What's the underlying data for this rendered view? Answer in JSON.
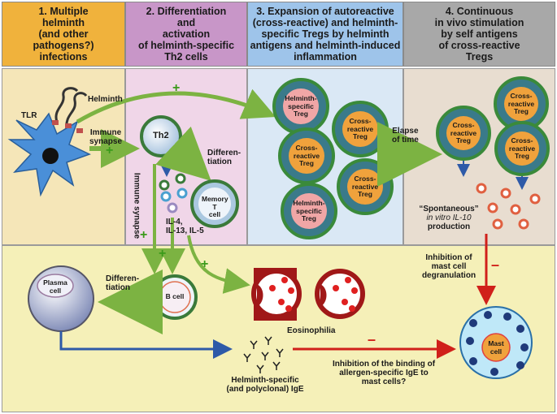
{
  "headers": [
    {
      "line1": "1. Multiple",
      "line2": "helminth",
      "line3": "(and other",
      "line4": "pathogens?)",
      "line5": "infections"
    },
    {
      "line1": "2. Differentiation",
      "line2": "and",
      "line3": "activation",
      "line4": "of helminth-specific",
      "line5": "Th2 cells"
    },
    {
      "line1": "3. Expansion of autoreactive",
      "line2": "(cross-reactive) and helminth-",
      "line3": "specific Tregs by helminth",
      "line4": "antigens and helminth-induced",
      "line5": "inflammation"
    },
    {
      "line1": "4. Continuous",
      "line2": "in vivo stimulation",
      "line3": "by  self antigens",
      "line4": "of cross-reactive",
      "line5": "Tregs"
    }
  ],
  "labels": {
    "tlr": "TLR",
    "helminth": "Helminth",
    "immune_synapse_1": "Immune",
    "immune_synapse_2": "synapse",
    "th2": "Th2",
    "differentiation_1": "Differen-",
    "differentiation_2": "tiation",
    "memory_1": "Memory",
    "memory_2": "T",
    "memory_3": "cell",
    "cytokines_1": "IL-4,",
    "cytokines_2": "IL-13, IL-5",
    "immune_synapse_v": "Immune synapse",
    "elapse_1": "Elapse",
    "elapse_2": "of time",
    "spontaneous_1": "“Spontaneous”",
    "spontaneous_2": "in vitro IL-10",
    "spontaneous_3": "production",
    "inhibition_mast_1": "Inhibition of",
    "inhibition_mast_2": "mast cell",
    "inhibition_mast_3": "degranulation",
    "plasma_1": "Plasma",
    "plasma_2": "cell",
    "diff_b_1": "Differen-",
    "diff_b_2": "tiation",
    "b_cell": "B cell",
    "eosinophilia": "Eosinophilia",
    "ige_1": "Helminth-specific",
    "ige_2": "(and polyclonal) IgE",
    "inhibition_ige_1": "Inhibition of the binding of",
    "inhibition_ige_2": "allergen-specific IgE to",
    "inhibition_ige_3": "mast cells?",
    "mast_1": "Mast",
    "mast_2": "cell",
    "helm_treg_1": "Helminth-",
    "helm_treg_2": "specific",
    "helm_treg_3": "Treg",
    "cross_treg_1": "Cross-",
    "cross_treg_2": "reactive",
    "cross_treg_3": "Treg",
    "plus": "+",
    "minus": "–"
  },
  "colors": {
    "col1": "#f5e6b8",
    "col2": "#f0d6e8",
    "col3": "#dae8f5",
    "col4": "#e8ddd0",
    "hdr1": "#f0b23c",
    "hdr2": "#c896c8",
    "hdr3": "#9ec4ea",
    "hdr4": "#a8a8a8",
    "bottom": "#f5f0b8",
    "green_arrow": "#7cb342",
    "red_arrow": "#d0201a",
    "blue_arrow": "#2e5aa8",
    "treg_ring": "#3a8a3a",
    "cross_fill": "#f0a23c",
    "helm_fill": "#f0a6a6"
  },
  "icons": [
    "dendritic-cell-icon",
    "helminth-icon",
    "th2-cell-icon",
    "memory-t-cell-icon",
    "b-cell-icon",
    "plasma-cell-icon",
    "eosinophil-icon",
    "ige-antibody-icon",
    "mast-cell-icon",
    "treg-cell-icon",
    "il10-molecule-icon"
  ]
}
